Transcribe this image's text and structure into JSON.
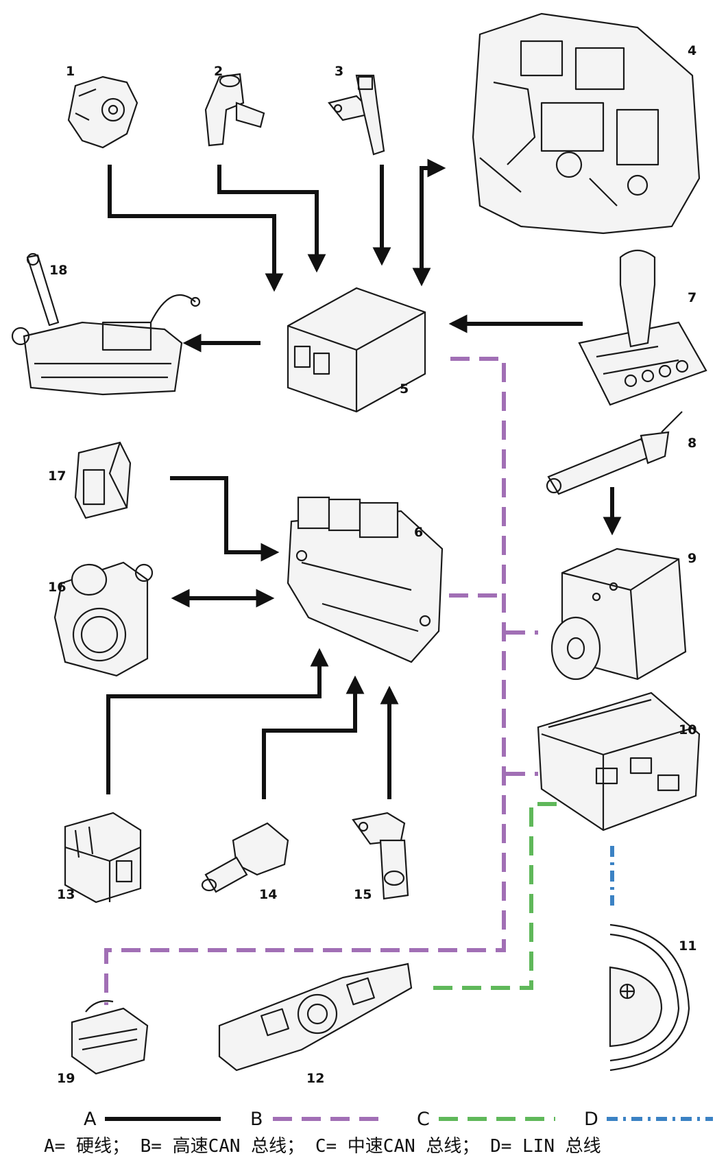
{
  "colors": {
    "hardwire": "#111111",
    "high_speed_can": "#a16fb5",
    "medium_speed_can": "#5fb85a",
    "lin": "#3b82c4"
  },
  "components": [
    {
      "id": "1",
      "label": "1"
    },
    {
      "id": "2",
      "label": "2"
    },
    {
      "id": "3",
      "label": "3"
    },
    {
      "id": "4",
      "label": "4"
    },
    {
      "id": "5",
      "label": "5"
    },
    {
      "id": "6",
      "label": "6"
    },
    {
      "id": "7",
      "label": "7"
    },
    {
      "id": "8",
      "label": "8"
    },
    {
      "id": "9",
      "label": "9"
    },
    {
      "id": "10",
      "label": "10"
    },
    {
      "id": "11",
      "label": "11"
    },
    {
      "id": "12",
      "label": "12"
    },
    {
      "id": "13",
      "label": "13"
    },
    {
      "id": "14",
      "label": "14"
    },
    {
      "id": "15",
      "label": "15"
    },
    {
      "id": "16",
      "label": "16"
    },
    {
      "id": "17",
      "label": "17"
    },
    {
      "id": "18",
      "label": "18"
    },
    {
      "id": "19",
      "label": "19"
    }
  ],
  "legend": [
    {
      "key": "A",
      "type": "hardwire"
    },
    {
      "key": "B",
      "type": "high_speed_can"
    },
    {
      "key": "C",
      "type": "medium_speed_can"
    },
    {
      "key": "D",
      "type": "lin"
    }
  ],
  "caption": "A= 硬线； B= 高速CAN 总线； C= 中速CAN 总线； D= LIN 总线"
}
